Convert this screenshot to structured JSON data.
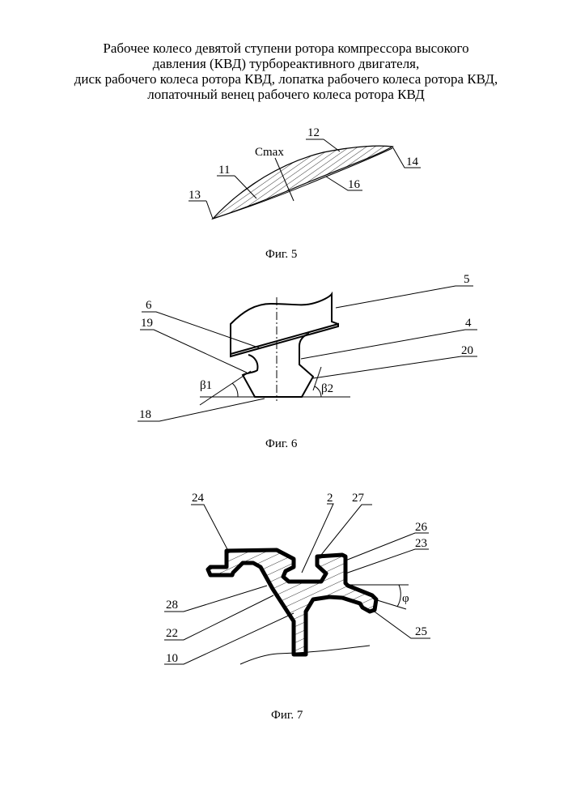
{
  "title": {
    "lines": [
      "Рабочее колесо девятой ступени ротора компрессора высокого",
      "давления (КВД) турбореактивного двигателя,",
      "диск рабочего колеса ротора КВД, лопатка рабочего колеса ротора КВД,",
      "лопаточный венец рабочего колеса ротора КВД"
    ]
  },
  "fig5": {
    "caption": "Фиг. 5",
    "labels": {
      "l11": "11",
      "l12": "12",
      "l13": "13",
      "l14": "14",
      "l16": "16",
      "cmax": "Cmax"
    }
  },
  "fig6": {
    "caption": "Фиг. 6",
    "labels": {
      "l4": "4",
      "l5": "5",
      "l6": "6",
      "l18": "18",
      "l19": "19",
      "l20": "20",
      "beta1": "β1",
      "beta2": "β2"
    }
  },
  "fig7": {
    "caption": "Фиг. 7",
    "labels": {
      "l2": "2",
      "l10": "10",
      "l22": "22",
      "l23": "23",
      "l24": "24",
      "l25": "25",
      "l26": "26",
      "l27": "27",
      "l28": "28",
      "phi": "φ"
    }
  }
}
